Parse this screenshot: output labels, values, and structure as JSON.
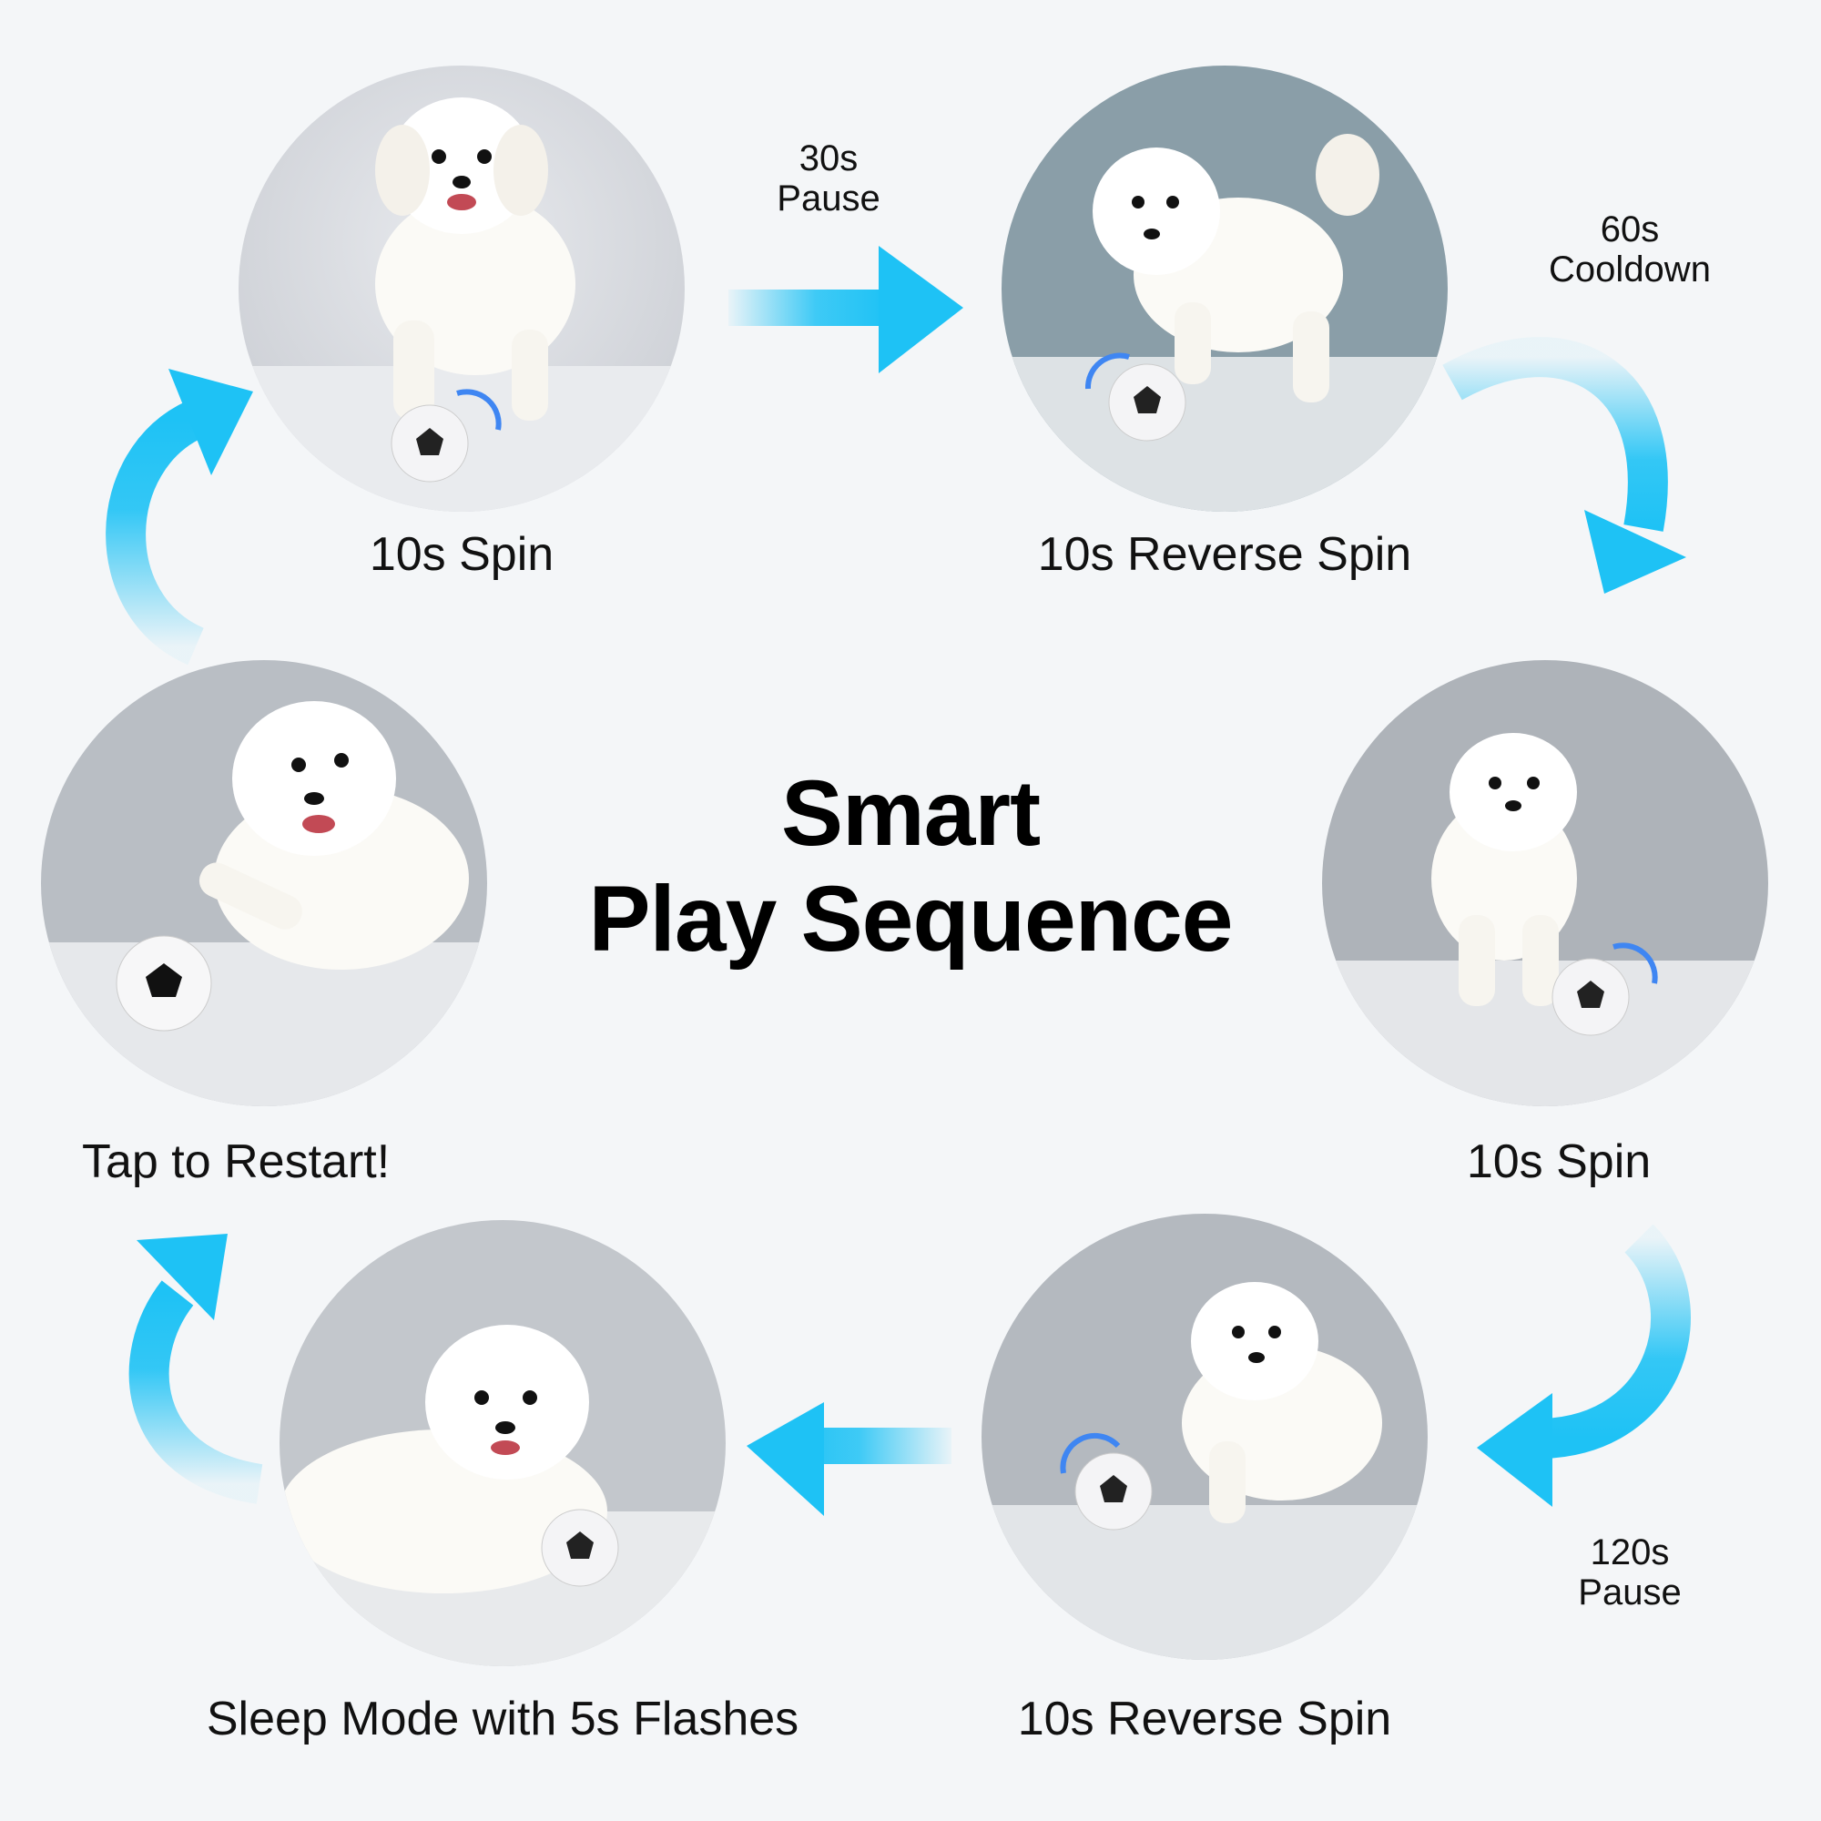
{
  "title": {
    "line1": "Smart",
    "line2": "Play Sequence"
  },
  "steps": [
    {
      "label": "10s Spin",
      "image": "bichon-dog-walking-with-ball",
      "spin": "clockwise"
    },
    {
      "label": "10s Reverse Spin",
      "image": "bichon-dog-playing-with-ball",
      "spin": "counterclockwise"
    },
    {
      "label": "10s Spin",
      "image": "bichon-dog-running-with-ball",
      "spin": "clockwise"
    },
    {
      "label": "10s Reverse Spin",
      "image": "bichon-dog-jumping-at-ball",
      "spin": "counterclockwise"
    },
    {
      "label": "Sleep Mode with 5s Flashes",
      "image": "bichon-dog-lying-with-ball",
      "spin": "none"
    },
    {
      "label": "Tap to Restart!",
      "image": "bichon-dog-pawing-ball",
      "spin": "none"
    }
  ],
  "timers": {
    "pause_30": {
      "line1": "30s",
      "line2": "Pause"
    },
    "cooldown_60": {
      "line1": "60s",
      "line2": "Cooldown"
    },
    "pause_120": {
      "line1": "120s",
      "line2": "Pause"
    }
  },
  "colors": {
    "background": "#f4f6f8",
    "arrow": "#1ec2f5",
    "spin_arrow": "#3f86f2",
    "text": "#111111"
  }
}
